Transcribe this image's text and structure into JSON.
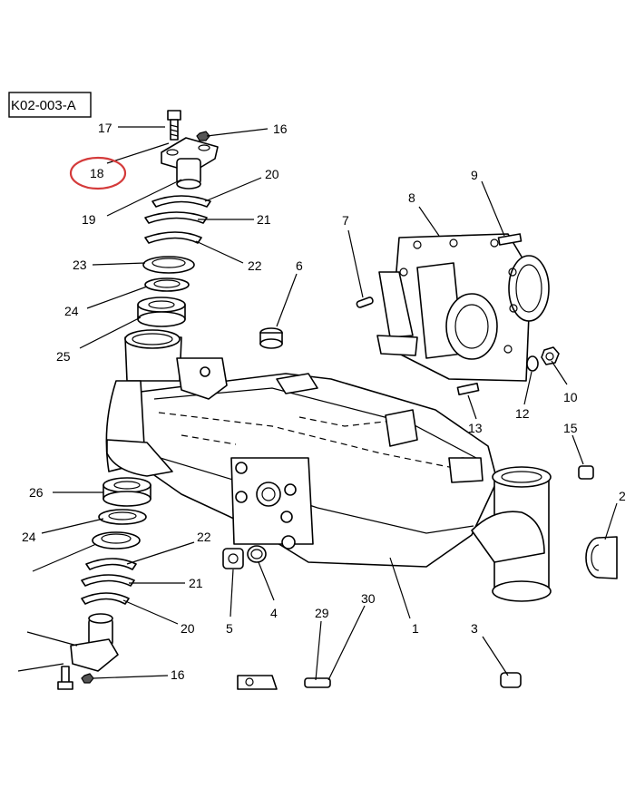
{
  "diagram": {
    "code": "K02-003-A",
    "highlight_color": "#d43a3a",
    "highlighted_label": "18",
    "labels": {
      "l1": "1",
      "l2": "2",
      "l3": "3",
      "l4": "4",
      "l5": "5",
      "l6": "6",
      "l7": "7",
      "l8": "8",
      "l9": "9",
      "l10": "10",
      "l12": "12",
      "l13": "13",
      "l15": "15",
      "l16a": "16",
      "l16b": "16",
      "l17": "17",
      "l18": "18",
      "l19": "19",
      "l20a": "20",
      "l20b": "20",
      "l21a": "21",
      "l21b": "21",
      "l22a": "22",
      "l22b": "22",
      "l23": "23",
      "l24a": "24",
      "l24b": "24",
      "l25": "25",
      "l26": "26",
      "l29": "29",
      "l30": "30"
    }
  }
}
